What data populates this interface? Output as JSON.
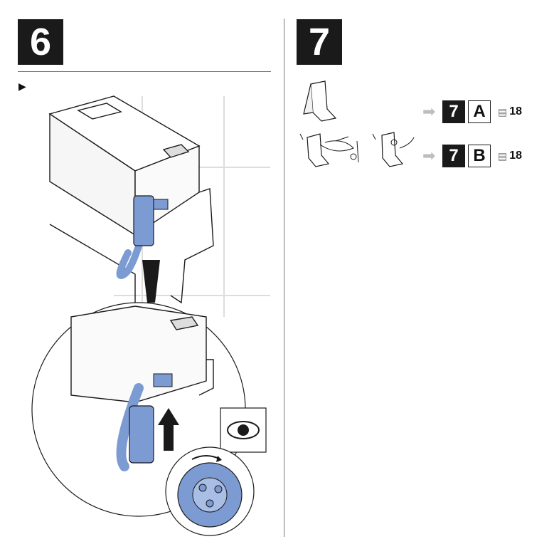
{
  "step6": {
    "number": "6",
    "marker": "▶"
  },
  "step7": {
    "number": "7",
    "refs": [
      {
        "step": "7",
        "letter": "A",
        "page": "18",
        "arrow": "➡",
        "icon": "page-icon"
      },
      {
        "step": "7",
        "letter": "B",
        "page": "18",
        "arrow": "➡",
        "icon": "page-icon"
      }
    ]
  },
  "colors": {
    "accent_blue": "#7d9bd3",
    "dark": "#1a1a1a",
    "line": "#777777"
  }
}
